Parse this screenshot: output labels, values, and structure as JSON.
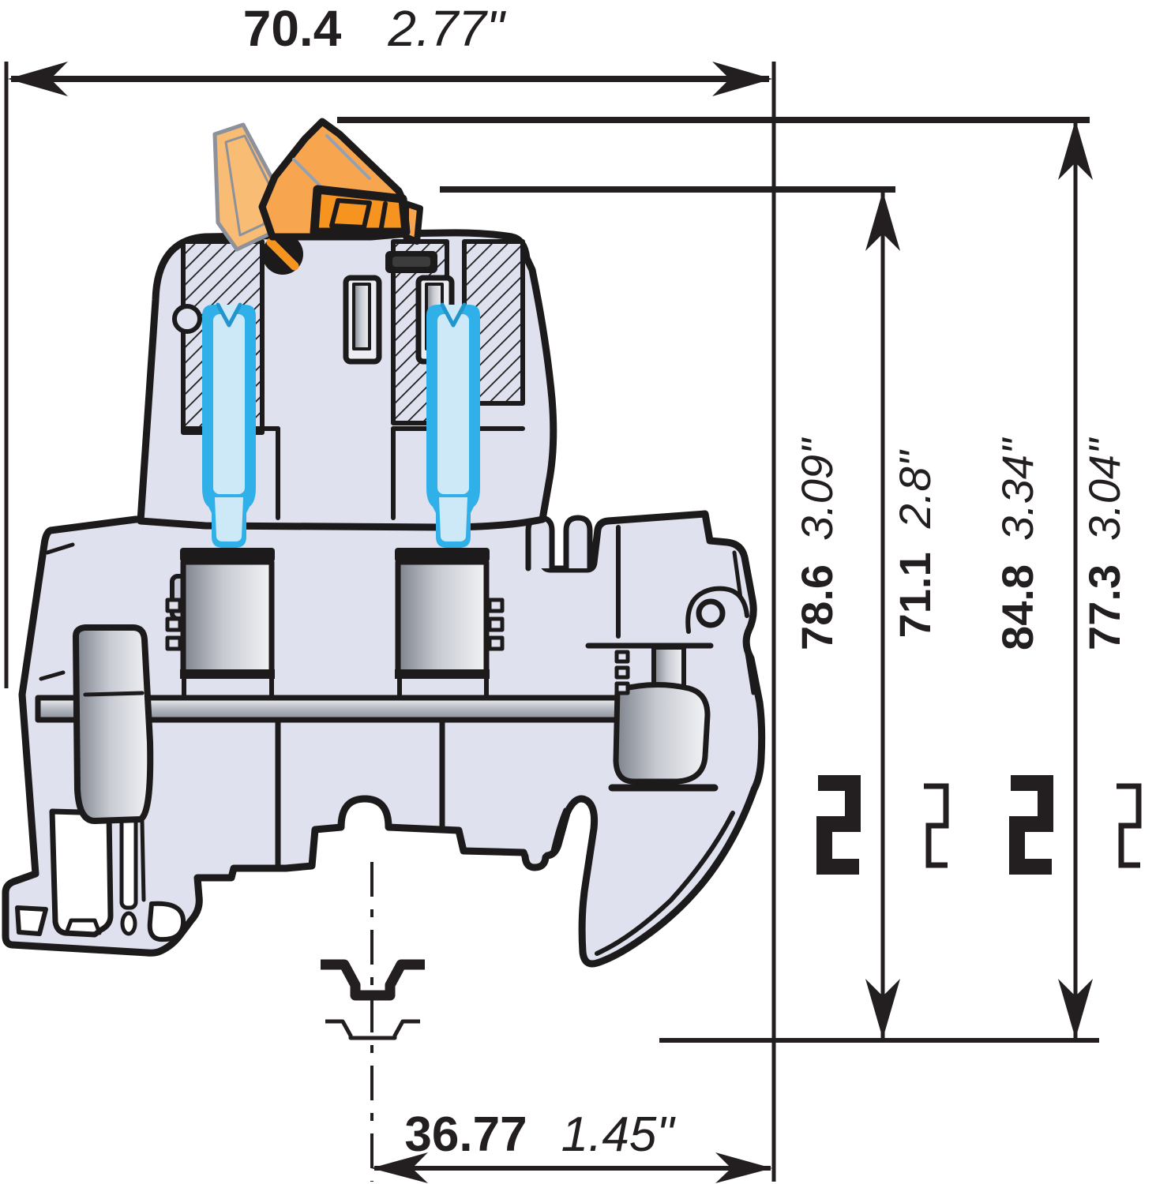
{
  "drawing": {
    "top": {
      "mm": "70.4",
      "inch": "2.77\""
    },
    "bottom": {
      "mm": "36.77",
      "inch": "1.45\""
    },
    "heights": [
      {
        "mm": "78.6",
        "inch": "3.09\"",
        "reference": "din-rail-profile-deep"
      },
      {
        "mm": "71.1",
        "inch": "2.8\"",
        "reference": "din-rail-profile-shallow"
      },
      {
        "mm": "84.8",
        "inch": "3.34\"",
        "reference": "din-rail-profile-deep"
      },
      {
        "mm": "77.3",
        "inch": "3.04\"",
        "reference": "din-rail-profile-shallow"
      }
    ],
    "colors": {
      "ink": "#231f20",
      "body": "#dfe2ee",
      "outline": "#1c1a1a",
      "orange": "#f7941f",
      "orange_light": "#f8bb72",
      "blue": "#2fb0e8",
      "blue_light": "#cde9f8",
      "metal": "#b9bdc7"
    }
  }
}
